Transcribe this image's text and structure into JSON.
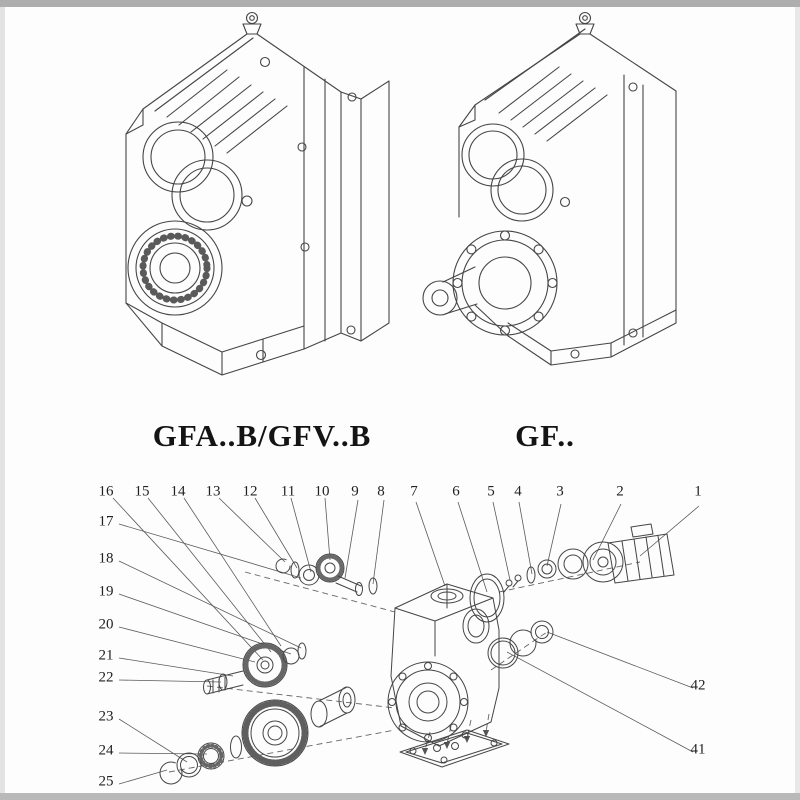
{
  "models": {
    "left_label": "GFA..B/GFV..B",
    "right_label": "GF.."
  },
  "exploded_view": {
    "top_row_numbers": [
      "16",
      "15",
      "14",
      "13",
      "12",
      "11",
      "10",
      "9",
      "8",
      "7",
      "6",
      "5",
      "4",
      "3",
      "2",
      "1"
    ],
    "left_column_numbers": [
      "17",
      "18",
      "19",
      "20",
      "21",
      "22",
      "23",
      "24",
      "25"
    ],
    "right_column_numbers": [
      "42",
      "41"
    ]
  },
  "colors": {
    "line": "#454545",
    "page_background": "#fdfdfd"
  }
}
